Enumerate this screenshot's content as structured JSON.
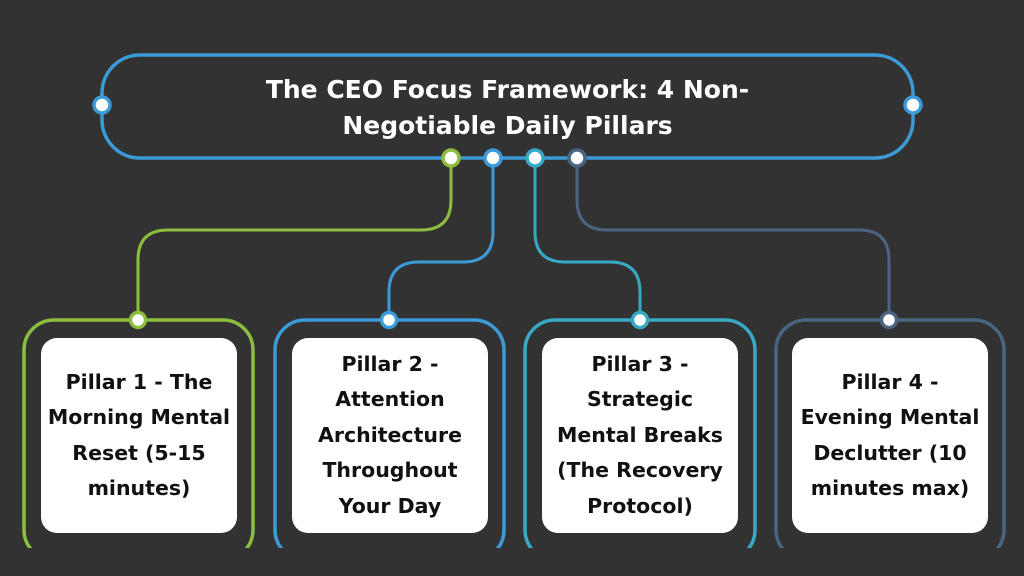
{
  "title": {
    "line1": "The CEO Focus Framework: 4 Non-",
    "line2": "Negotiable Daily Pillars",
    "border_color": "#3b9bd6"
  },
  "pillars": [
    {
      "label": "Pillar 1 - The Morning Mental Reset (5-15 minutes)",
      "color": "#8cbd3f"
    },
    {
      "label": "Pillar 2 - Attention Architecture Throughout Your Day",
      "color": "#3b9bd6"
    },
    {
      "label": "Pillar 3 - Strategic Mental Breaks (The Recovery Protocol)",
      "color": "#37a9c4"
    },
    {
      "label": "Pillar 4 - Evening Mental Declutter (10 minutes max)",
      "color": "#4a6482"
    }
  ],
  "colors": {
    "background": "#323232",
    "card_background": "#ffffff",
    "card_text": "#111111",
    "title_text": "#ffffff"
  }
}
